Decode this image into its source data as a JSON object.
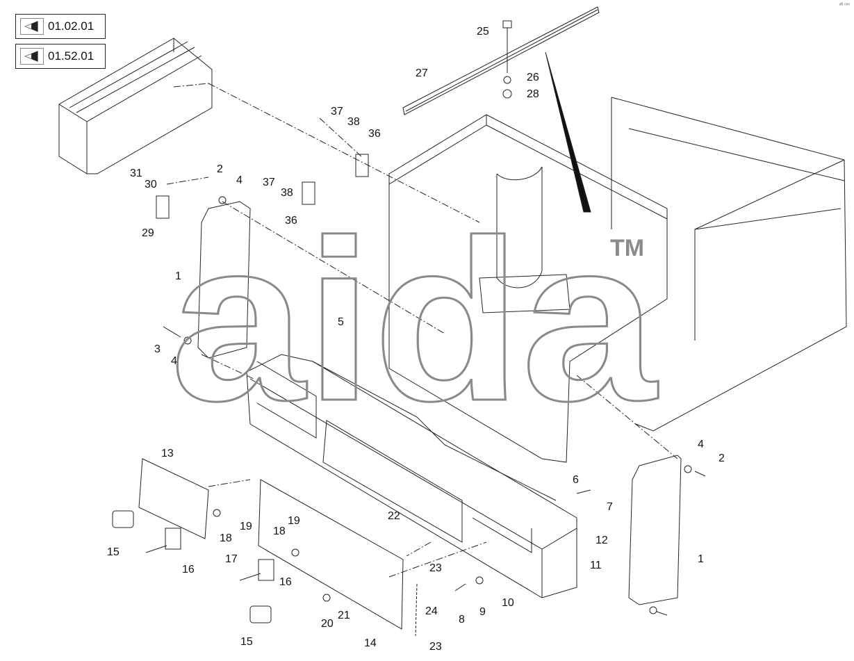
{
  "refs": [
    {
      "code": "01.02.01"
    },
    {
      "code": "01.52.01"
    }
  ],
  "callouts": [
    "25",
    "27",
    "26",
    "28",
    "37",
    "38",
    "36",
    "37",
    "38",
    "36",
    "31",
    "30",
    "2",
    "4",
    "29",
    "1",
    "3",
    "4",
    "5",
    "4",
    "2",
    "6",
    "7",
    "13",
    "15",
    "18",
    "19",
    "19",
    "18",
    "22",
    "23",
    "12",
    "11",
    "16",
    "17",
    "16",
    "24",
    "8",
    "9",
    "10",
    "1",
    "15",
    "20",
    "21",
    "14",
    "23"
  ],
  "watermark": {
    "letters": "aida",
    "tm": "TM"
  },
  "corner_mark": "ᵖᴮ ᵒᵒᵒ",
  "colors": {
    "line": "#1a1a1a",
    "watermark": "#8a8a8a"
  }
}
